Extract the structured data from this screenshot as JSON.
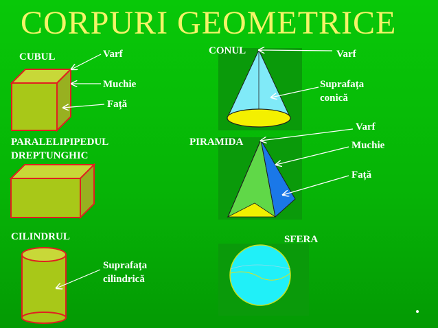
{
  "slide": {
    "title": "CORPURI  GEOMETRICE",
    "colors": {
      "title": "#f4f468",
      "background": "#08c808",
      "label": "#ffffff"
    },
    "cube": {
      "name": "CUBUL",
      "vertex": "Varf",
      "edge": "Muchie",
      "face": "Față"
    },
    "cuboid": {
      "name_line1": "PARALELIPIPEDUL",
      "name_line2": "DREPTUNGHIC"
    },
    "cylinder": {
      "name": "CILINDRUL",
      "surface_line1": "Suprafața",
      "surface_line2": "cilindrică"
    },
    "cone": {
      "name": "CONUL",
      "vertex": "Varf",
      "surface_line1": "Suprafața",
      "surface_line2": "conică"
    },
    "pyramid": {
      "name": "PIRAMIDA",
      "vertex": "Varf",
      "edge": "Muchie",
      "face": "Față"
    },
    "sphere": {
      "name": "SFERA"
    }
  }
}
